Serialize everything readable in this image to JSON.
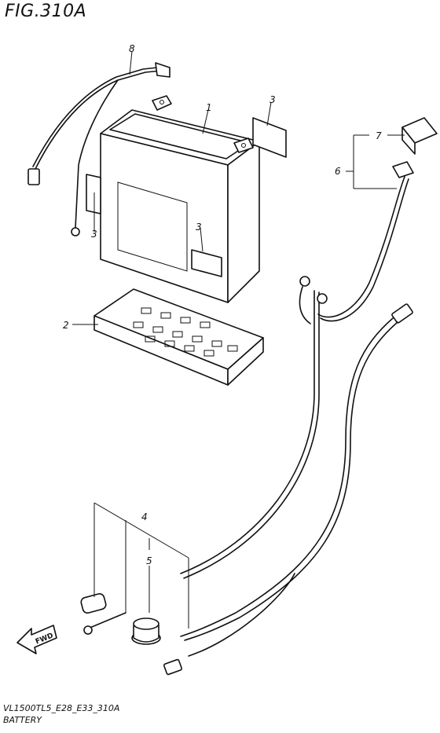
{
  "figure": {
    "title": "FIG.310A",
    "code": "VL1500TL5_E28_E33_310A",
    "name": "BATTERY"
  },
  "callouts": {
    "c1": "1",
    "c2": "2",
    "c3a": "3",
    "c3b": "3",
    "c3c": "3",
    "c4": "4",
    "c5": "5",
    "c6": "6",
    "c7": "7",
    "c8": "8"
  },
  "direction": {
    "label": "FWD"
  },
  "icons": [
    "battery",
    "battery-tray",
    "battery-pad",
    "battery-cable",
    "cap",
    "starter-cable"
  ]
}
